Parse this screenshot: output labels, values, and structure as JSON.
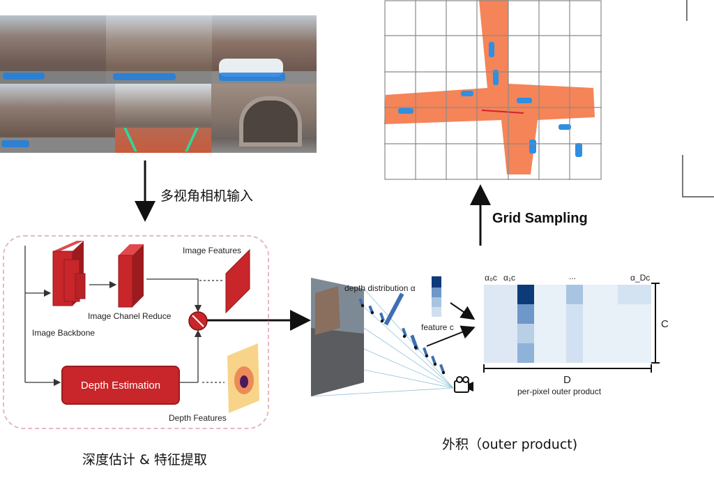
{
  "labels": {
    "multi_camera_input": "多视角相机输入",
    "grid_sampling": "Grid Sampling",
    "depth_feature_extraction": "深度估计 & 特征提取",
    "outer_product": "外积（outer product)"
  },
  "pipeline": {
    "image_features": "Image Features",
    "image_backbone": "Image Backbone",
    "image_channel_reduce": "Image Chanel Reduce",
    "depth_estimation": "Depth Estimation",
    "depth_features": "Depth Features"
  },
  "outer": {
    "depth_distribution": "depth distribution α",
    "feature_c": "feature c",
    "col_a0": "α₀c",
    "col_a1": "α₁c",
    "ellipsis": "...",
    "col_aD": "α_Dc",
    "axis_c": "C",
    "axis_d": "D",
    "caption": "per-pixel outer product"
  },
  "colors": {
    "arrow": "#111111",
    "red_block": "#c8262a",
    "bev_orange": "#f4794a",
    "bev_blue": "#2f8fe0",
    "heat_dark": "#0d3b7a",
    "heat_light": "#dbe8f5"
  },
  "icons": [
    "camera-icon",
    "multiply-op-icon"
  ]
}
